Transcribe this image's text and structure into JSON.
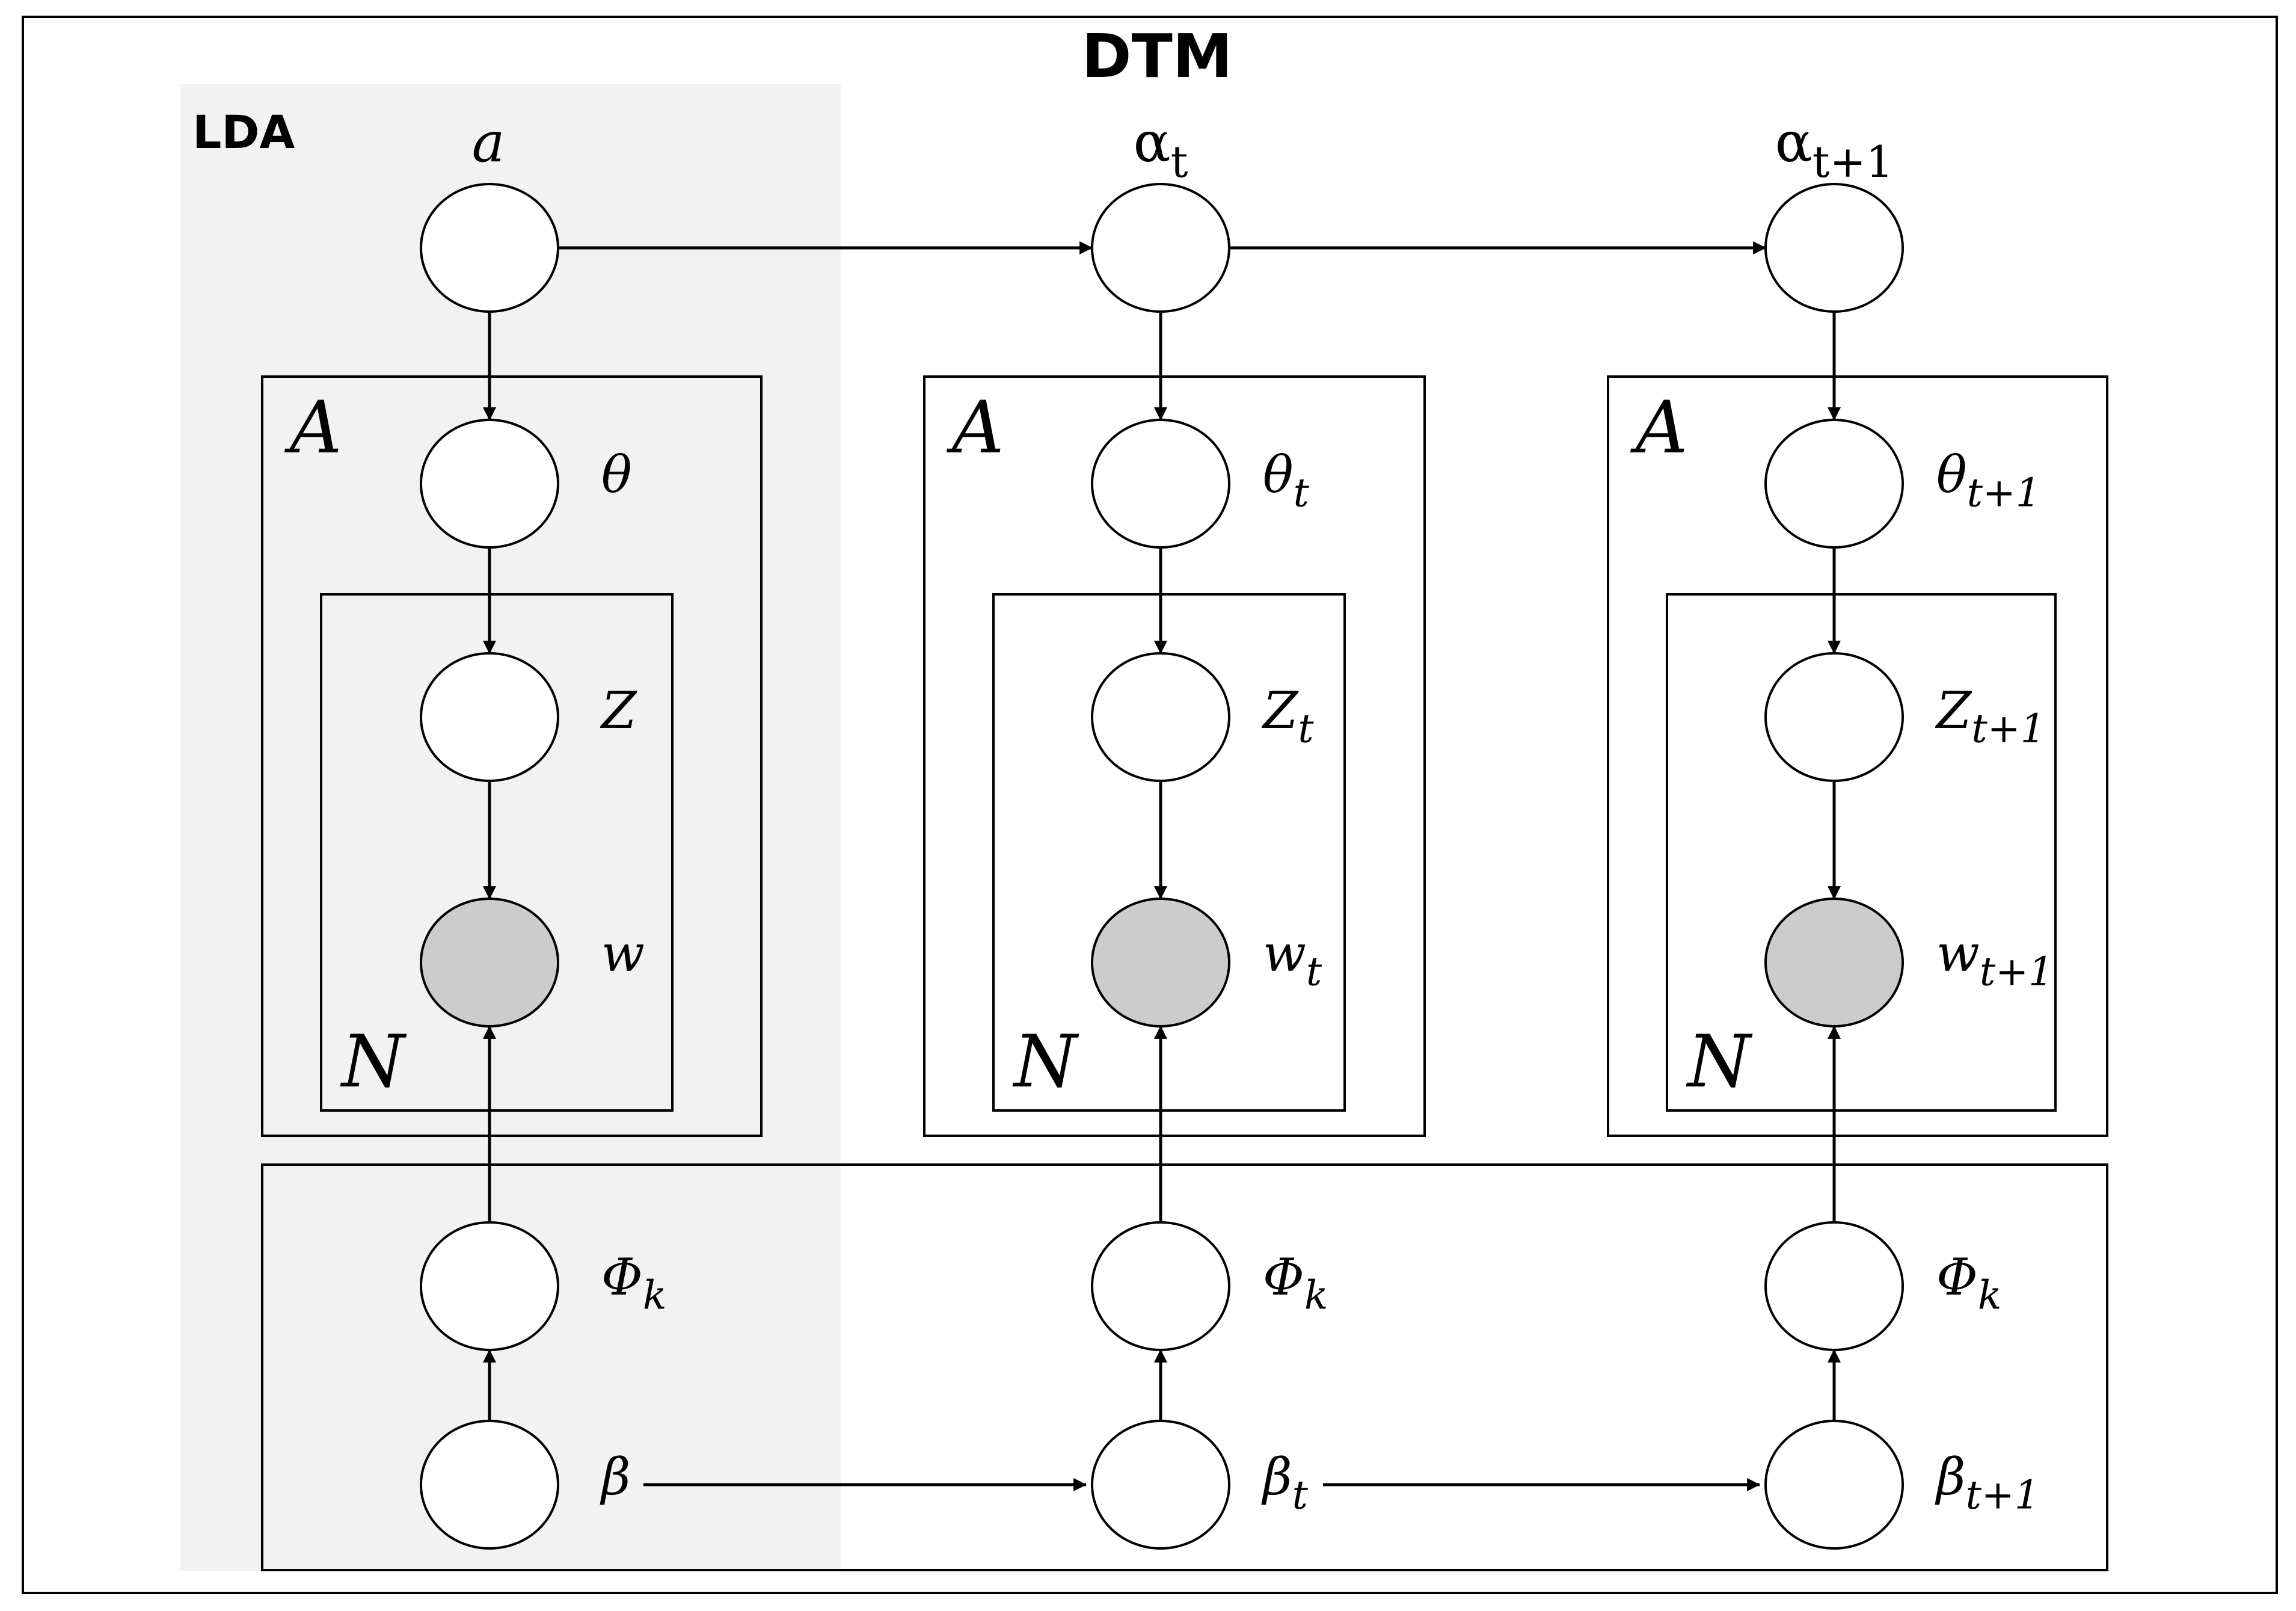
{
  "title": "DTM",
  "lda_label": "LDA",
  "colors": {
    "lda_shade": "#f2f2f2",
    "observed_node": "#cccccc",
    "stroke": "#000000"
  },
  "columns": [
    {
      "alpha": {
        "base": "a",
        "sub": ""
      },
      "theta": {
        "base": "θ",
        "sub": ""
      },
      "z": {
        "base": "Z",
        "sub": ""
      },
      "w": {
        "base": "w",
        "sub": ""
      },
      "phi": {
        "base": "Φ",
        "sub": "k"
      },
      "beta": {
        "base": "β",
        "sub": ""
      },
      "plate_outer": "A",
      "plate_inner": "N"
    },
    {
      "alpha": {
        "base": "α",
        "sub": "t"
      },
      "theta": {
        "base": "θ",
        "sub": "t"
      },
      "z": {
        "base": "Z",
        "sub": "t"
      },
      "w": {
        "base": "w",
        "sub": "t"
      },
      "phi": {
        "base": "Φ",
        "sub": "k"
      },
      "beta": {
        "base": "β",
        "sub": "t"
      },
      "plate_outer": "A",
      "plate_inner": "N"
    },
    {
      "alpha": {
        "base": "α",
        "sub": "t+1"
      },
      "theta": {
        "base": "θ",
        "sub": "t+1"
      },
      "z": {
        "base": "Z",
        "sub": "t+1"
      },
      "w": {
        "base": "w",
        "sub": "t+1"
      },
      "phi": {
        "base": "Φ",
        "sub": "k"
      },
      "beta": {
        "base": "β",
        "sub": "t+1"
      },
      "plate_outer": "A",
      "plate_inner": "N"
    }
  ]
}
